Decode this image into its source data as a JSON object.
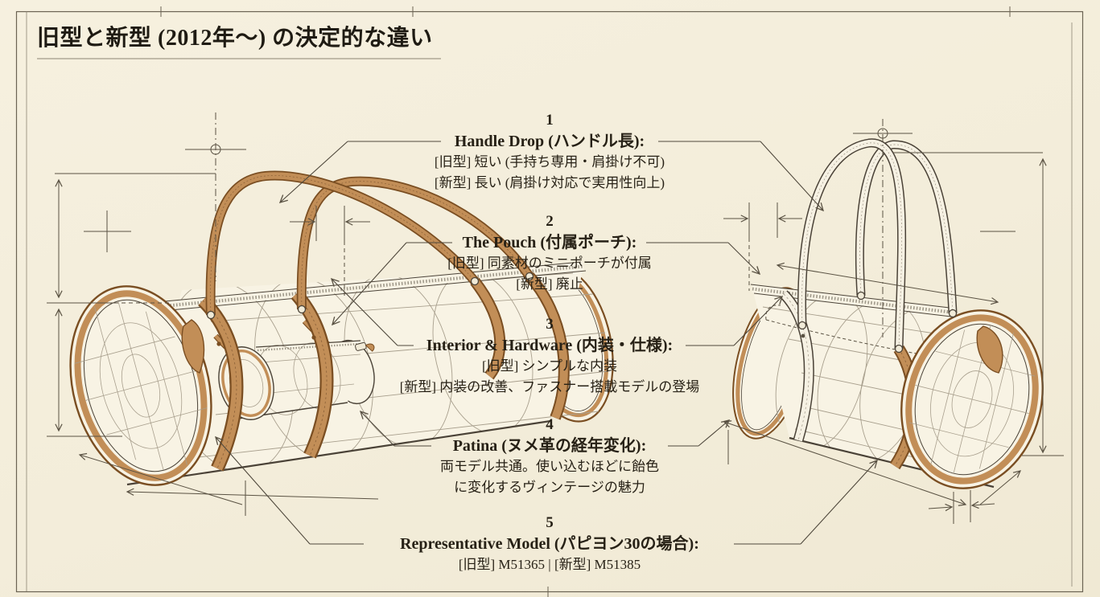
{
  "title": "旧型と新型 (2012年〜) の決定的な違い",
  "annotations": [
    {
      "number": "1",
      "header": "Handle Drop (ハンドル長):",
      "lines": [
        "[旧型] 短い (手持ち専用・肩掛け不可)",
        "[新型] 長い (肩掛け対応で実用性向上)"
      ]
    },
    {
      "number": "2",
      "header": "The Pouch (付属ポーチ):",
      "lines": [
        "[旧型] 同素材のミニポーチが付属",
        "[新型] 廃止"
      ]
    },
    {
      "number": "3",
      "header": "Interior & Hardware (内装・仕様):",
      "lines": [
        "[旧型] シンプルな内装",
        "[新型] 内装の改善、ファスナー搭載モデルの登場"
      ]
    },
    {
      "number": "4",
      "header": "Patina (ヌメ革の経年変化):",
      "lines": [
        "両モデル共通。使い込むほどに飴色",
        "に変化するヴィンテージの魅力"
      ]
    },
    {
      "number": "5",
      "header": "Representative Model (パピヨン30の場合):",
      "lines": [
        "[旧型] M51365 | [新型] M51385"
      ]
    }
  ],
  "figures": {
    "left": "old-model-duffle-with-mini-pouch",
    "right": "new-model-duffle-long-handles"
  },
  "colors": {
    "paper": "#f4eedc",
    "ink": "#4a4237",
    "leather_tan": "#c28e57",
    "leather_edge": "#7a4e22",
    "dimension_line": "#5a5243",
    "canvas_cream": "#f8f3e4"
  }
}
